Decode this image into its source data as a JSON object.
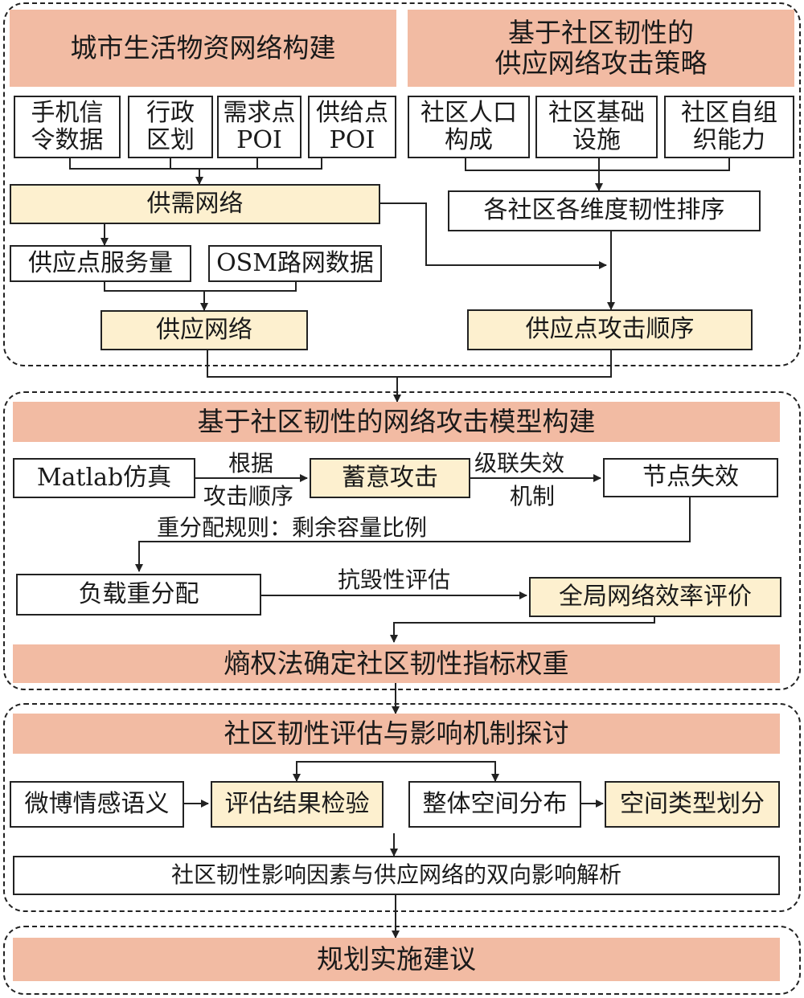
{
  "section1": {
    "left_header": "城市生活物资网络构建",
    "right_header": "基于社区韧性的\n供应网络攻击策略",
    "sources_left": [
      "手机信令数据",
      "行政区划",
      "需求点POI",
      "供给点POI"
    ],
    "sources_right": [
      "社区人口构成",
      "社区基础设施",
      "社区自组织能力"
    ],
    "supply_demand_network": "供需网络",
    "supply_service": "供应点服务量",
    "osm_data": "OSM路网数据",
    "supply_network": "供应网络",
    "resilience_ranking": "各社区各维度韧性排序",
    "attack_order": "供应点攻击顺序"
  },
  "section2": {
    "header": "基于社区韧性的网络攻击模型构建",
    "matlab": "Matlab仿真",
    "label_basis_1": "根据",
    "label_basis_2": "攻击顺序",
    "deliberate_attack": "蓄意攻击",
    "label_cascade_1": "级联失效",
    "label_cascade_2": "机制",
    "node_failure": "节点失效",
    "label_redistribution": "重分配规则：剩余容量比例",
    "load_redistribution": "负载重分配",
    "label_robustness": "抗毁性评估",
    "global_efficiency": "全局网络效率评价",
    "entropy_weight": "熵权法确定社区韧性指标权重"
  },
  "section3": {
    "header": "社区韧性评估与影响机制探讨",
    "weibo": "微博情感语义",
    "validation": "评估结果检验",
    "spatial_distribution": "整体空间分布",
    "spatial_types": "空间类型划分",
    "bidirectional": "社区韧性影响因素与供应网络的双向影响解析"
  },
  "section4": {
    "header": "规划实施建议"
  },
  "colors": {
    "salmon_header": "#f2bba3",
    "yellow_box": "#fdf0cf",
    "border": "#222222"
  }
}
